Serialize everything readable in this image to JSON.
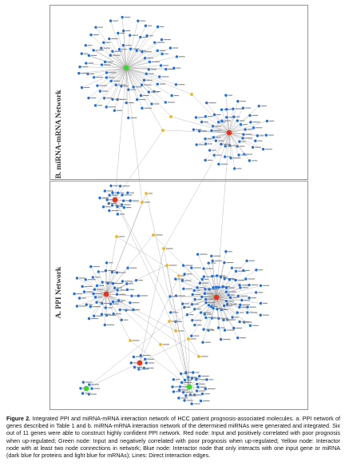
{
  "figure": {
    "panel_b_label": "B. miRNA-mRNA Network",
    "panel_a_label": "A. PPI Network",
    "colors": {
      "red_node": "#e8331c",
      "green_node": "#39d92b",
      "yellow_node": "#f2b61b",
      "blue_node": "#1f6fe0",
      "edge": "#8f8f8f",
      "frame": "#777777"
    }
  },
  "caption": {
    "label": "Figure 2.",
    "text": " Integrated PPI and miRNA-mRNA interaction network of HCC patient prognosis-associated molecules. a. PPI network of genes described in Table 1 and b. miRNA-mRNA interaction network of the determined miRNAs were generated and integrated. Six out of 11 genes were able to construct highly confident PPI network. Red node: Input and positively correlated with poor prognosis when up-regulated; Green node: Input and negatively correlated with poor prognosis when up-regulated; Yellow node: Interactor node with at least two node connections in network; Blue node: Interactor node that only interacts with one input gene or miRNA (dark blue for proteins and light blue for mRNAs); Lines: Direct interaction edges."
  }
}
